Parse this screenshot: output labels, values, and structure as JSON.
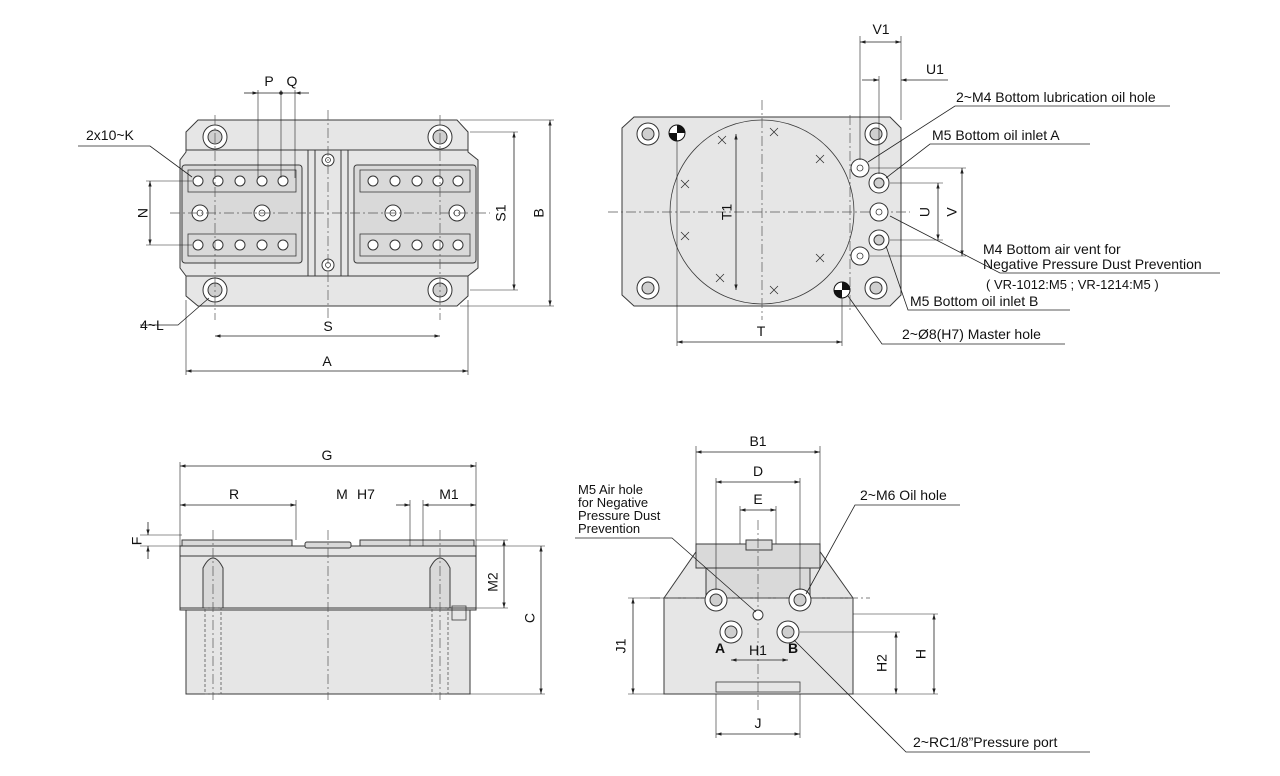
{
  "top_left_view": {
    "dims": {
      "P": "P",
      "Q": "Q",
      "N": "N",
      "S1": "S1",
      "B": "B",
      "S": "S",
      "A": "A"
    },
    "callouts": {
      "holes_k": "2x10~K",
      "holes_l": "4~L"
    }
  },
  "top_right_view": {
    "dims": {
      "V1": "V1",
      "U1": "U1",
      "T1": "T1",
      "U": "U",
      "V": "V",
      "T": "T"
    },
    "callouts": {
      "lube": "2~M4 Bottom lubrication oil hole",
      "inlet_a": "M5 Bottom oil inlet A",
      "air_vent_1": "M4 Bottom air vent for",
      "air_vent_2": "Negative Pressure Dust Prevention",
      "air_vent_3": "( VR-1012:M5 ; VR-1214:M5 )",
      "inlet_b": "M5 Bottom oil inlet B",
      "master": "2~Ø8(H7) Master hole"
    }
  },
  "bottom_left_view": {
    "dims": {
      "G": "G",
      "R": "R",
      "M": "M",
      "H7": "H7",
      "M1": "M1",
      "F": "F",
      "M2": "M2",
      "C": "C"
    }
  },
  "bottom_right_view": {
    "dims": {
      "B1": "B1",
      "D": "D",
      "E": "E",
      "J1": "J1",
      "H1": "H1",
      "H2": "H2",
      "H": "H",
      "J": "J"
    },
    "port_labels": {
      "a": "A",
      "b": "B"
    },
    "callouts": {
      "air_1": "M5 Air hole",
      "air_2": "for Negative",
      "air_3": "Pressure Dust",
      "air_4": "Prevention",
      "oil": "2~M6 Oil hole",
      "pressure": "2~RC1/8”Pressure port"
    }
  }
}
